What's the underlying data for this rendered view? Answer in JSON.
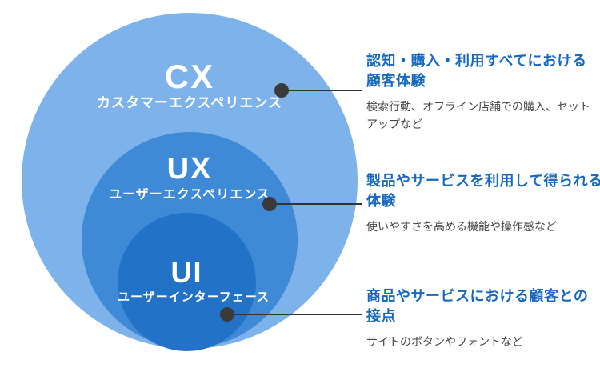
{
  "colors": {
    "background": "#ffffff",
    "cx_circle": "#7db2ea",
    "ux_circle": "#3e8ad6",
    "ui_circle": "#2273c8",
    "circle_label_text": "#ffffff",
    "annotation_heading": "#1668c0",
    "annotation_body": "#474747",
    "connector_line": "#333333",
    "connector_dot": "#3a3a3a"
  },
  "diagram": {
    "circles": [
      {
        "id": "cx",
        "label": "CX",
        "sublabel": "カスタマーエクスペリエンス"
      },
      {
        "id": "ux",
        "label": "UX",
        "sublabel": "ユーザーエクスペリエンス"
      },
      {
        "id": "ui",
        "label": "UI",
        "sublabel": "ユーザーインターフェース"
      }
    ]
  },
  "annotations": [
    {
      "heading": "認知・購入・利用すべてにおける\n顧客体験",
      "body": "検索行動、オフライン店舗での購入、セット\nアップなど"
    },
    {
      "heading": "製品やサービスを利用して得られる\n体験",
      "body": "使いやすさを高める機能や操作感など"
    },
    {
      "heading": "商品やサービスにおける顧客との\n接点",
      "body": "サイトのボタンやフォントなど"
    }
  ]
}
